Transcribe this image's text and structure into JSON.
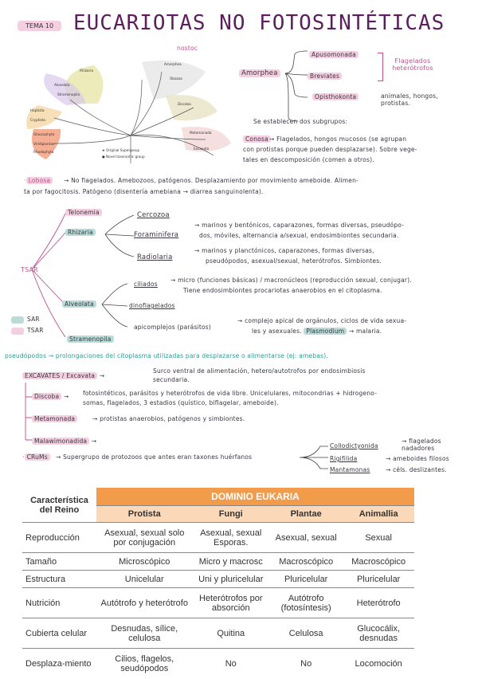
{
  "header": {
    "tag": "TEMA 10",
    "title": "EUCARIOTAS NO FOTOSINTÉTICAS"
  },
  "figure": {
    "nostoc_label": "nostoc",
    "clades": [
      "Rhizaria",
      "Alveolata",
      "Stramenopila",
      "Haptista",
      "Cryptista",
      "Glaucophyta",
      "Viridiplantae",
      "Rhodophyta",
      "Amorphea",
      "Obazoa",
      "Metamonada",
      "Discoba",
      "Excavata"
    ],
    "legend_1": "Original Supergroup",
    "legend_2": "Novel taxonomic group"
  },
  "amorphea": {
    "label": "Amorphea",
    "apusomonada": "Apusomonada",
    "breviates": "Breviates",
    "opisthokonta": "Opisthokonta",
    "flag_note": "Flagelados heterótrofos",
    "opis_note": "animales, hongos, protistas.",
    "sub_note": "Se establecen dos subgrupos:",
    "conosa": "Conosa",
    "conosa_text_1": "→ Flagelados, hongos mucosos (se agrupan",
    "conosa_text_2": "con protistas porque pueden desplazarse). Sobre vege-",
    "conosa_text_3": "tales en descomposición (comen a otros)."
  },
  "lobosa": {
    "label": "Lobosa",
    "line1": "→ No flagelados. Amebozoos, patógenos. Desplazamiento por movimiento ameboide. Alimen-",
    "line2": "ta por fagocitosis. Patógeno (disentería amebiana → diarrea sanguinolenta)."
  },
  "tsar": {
    "label": "TSAR",
    "telonemia": "Telonemia",
    "rhizaria": "Rhizaria",
    "cercozoa": "Cercozoa",
    "foraminifera": "Foraminifera",
    "forams_1": "marinos y bentónicos, caparazones, formas diversas, pseudópo-",
    "forams_2": "dos, móviles, alternancia a/sexual, endosimbiontes secundaria.",
    "radiolaria": "Radiolaria",
    "radio_1": "marinos y planctónicos, caparazones, formas diversas,",
    "radio_2": "pseudópodos, asexual/sexual, heterótrofos. Simbiontes.",
    "alveolata": "Alveolata",
    "ciliados": "ciliados",
    "cil_1": "micro (funciones básicas) / macronúcleos (reproducción sexual, conjugar).",
    "cil_2": "Tiene endosimbiontes procariotas anaerobios en el citoplasma.",
    "dinoflagelados": "dinoflagelados",
    "apicomplejos": "apicomplejos (parásitos)",
    "apic_1": "complejo apical de orgánulos, ciclos de vida sexua-",
    "apic_2": "les y asexuales.",
    "plasmodium": "Plasmodium",
    "malaria": "→ malaria.",
    "stramenopila": "Stramenopila",
    "legend_sar": "SAR",
    "legend_tsar": "TSAR"
  },
  "pseudopodos": {
    "label": "pseudópodos",
    "text": "→ prolongaciones del citoplasma utilizadas para desplazarse o alimentarse (ej: amebas)."
  },
  "excavates": {
    "label": "EXCAVATES / Excavata",
    "text_1": "Surco ventral de alimentación, hetero/autotrofos por endosimbiosis",
    "text_2": "secundaria.",
    "discoba": "Discoba",
    "disc_1": "fotosintéticos, parásitos y heterótrofos de vida libre. Unicelulares, mitocondrias + hidrogeno-",
    "disc_2": "somas, flagelados, 3 estadios (quístico, biflagelar, ameboide).",
    "metamonada": "Metamonada",
    "meta_text": "→ protistas anaerobios, patógenos y simbiontes.",
    "malawimonadida": "Malawimonadida"
  },
  "crums": {
    "label": "CRuMs",
    "text": "→ Supergrupo de protozoos que antes eran taxones huérfanos",
    "collodictyonida": "Collodictyonida",
    "coll_note": "flagelados nadadores",
    "rigifilida": "Rigifilida",
    "rigi_note": "ameboides filosos",
    "mantamonas": "Mantamonas",
    "mant_note": "céls. deslizantes."
  },
  "table": {
    "corner": "Característica del Reino",
    "domain": "DOMINIO EUKARIA",
    "columns": [
      "Protista",
      "Fungi",
      "Plantae",
      "Animallia"
    ],
    "rows": [
      {
        "feature": "Reproducción",
        "values": [
          "Asexual, sexual solo por conjugación",
          "Asexual, sexual Esporas.",
          "Asexual, sexual",
          "Sexual"
        ]
      },
      {
        "feature": "Tamaño",
        "values": [
          "Microscópico",
          "Micro y macrosc",
          "Macroscópico",
          "Macroscópico"
        ]
      },
      {
        "feature": "Estructura",
        "values": [
          "Unicelular",
          "Uni y pluricelular",
          "Pluricelular",
          "Pluricelular"
        ]
      },
      {
        "feature": "Nutrición",
        "values": [
          "Autótrofo y heterótrofo",
          "Heterótrofos por absorción",
          "Autótrofo (fotosíntesis)",
          "Heterótrofo"
        ]
      },
      {
        "feature": "Cubierta celular",
        "values": [
          "Desnudas, sílice, celulosa",
          "Quitina",
          "Celulosa",
          "Glucocálix, desnudas"
        ]
      },
      {
        "feature": "Desplaza-miento",
        "values": [
          "Cilios, flagelos, seudópodos",
          "No",
          "No",
          "Locomoción"
        ]
      }
    ]
  },
  "colors": {
    "title": "#5c1f5e",
    "pink": "#f3cfe0",
    "teal": "#b9dcd8",
    "orange": "#f29b4b",
    "peach": "#fbd8b8"
  }
}
